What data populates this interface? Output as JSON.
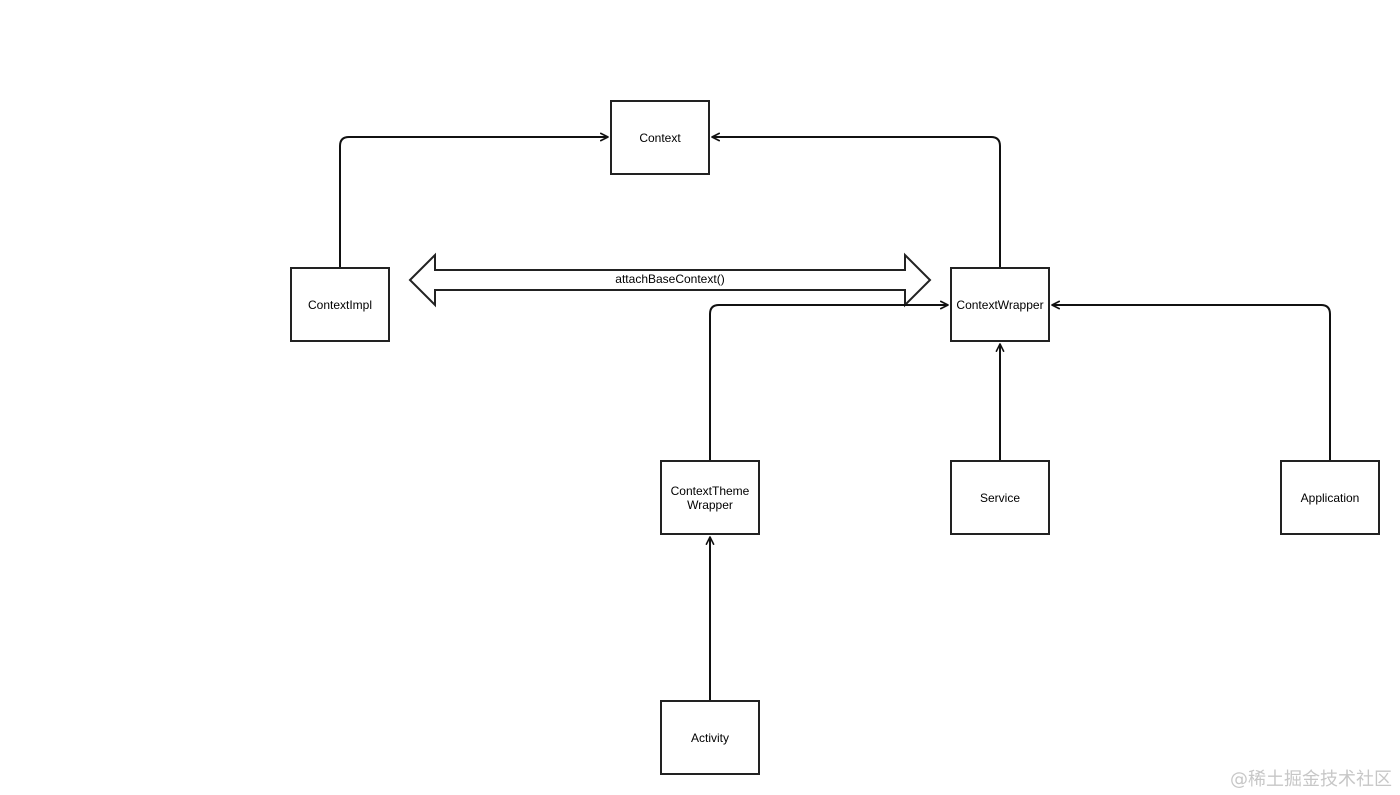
{
  "nodes": {
    "context": "Context",
    "context_impl": "ContextImpl",
    "context_wrapper": "ContextWrapper",
    "context_theme_wrapper": "ContextThemeWrapper",
    "service": "Service",
    "application": "Application",
    "activity": "Activity"
  },
  "edges": {
    "attach_label": "attachBaseContext()"
  },
  "watermark": "@稀土掘金技术社区",
  "colors": {
    "stroke": "#222222",
    "text": "#000000",
    "watermark": "#c7c7c7"
  }
}
